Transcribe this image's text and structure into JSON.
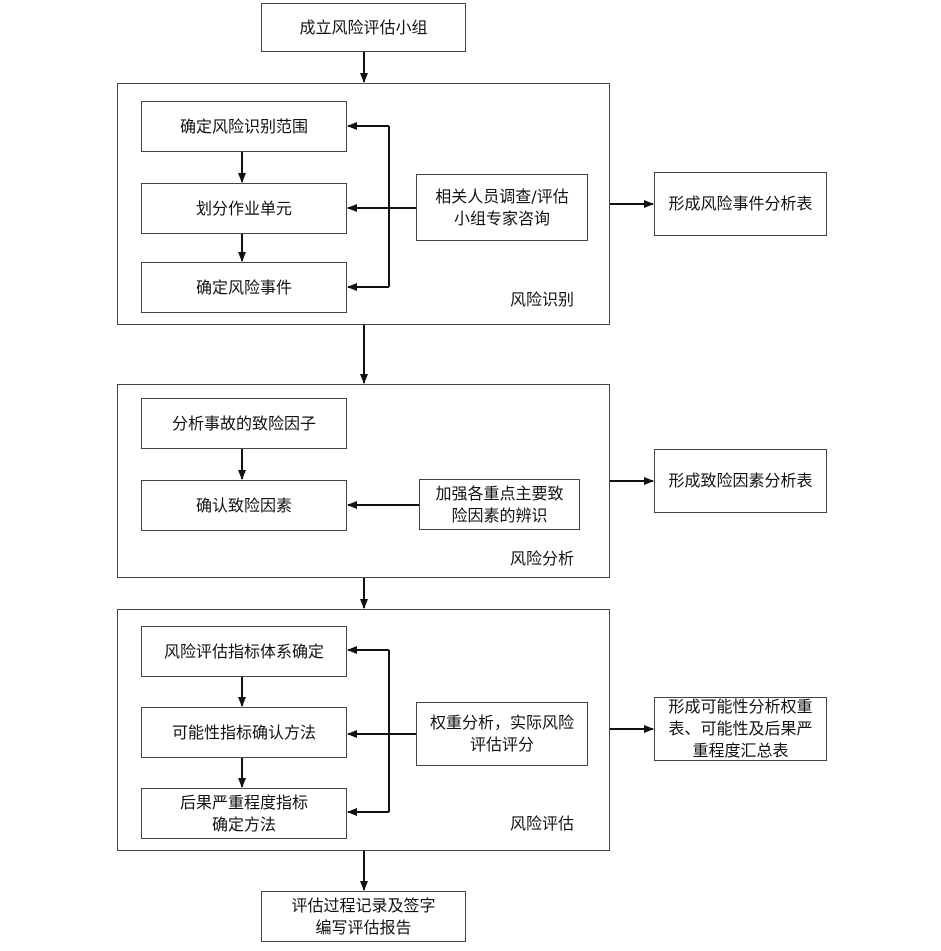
{
  "start": "成立风险评估小组",
  "end": "评估过程记录及签字\n编写评估报告",
  "identification": {
    "label": "风险识别",
    "steps": [
      "确定风险识别范围",
      "划分作业单元",
      "确定风险事件"
    ],
    "input": "相关人员调查/评估\n小组专家咨询",
    "output": "形成风险事件分析表"
  },
  "analysis": {
    "label": "风险分析",
    "steps": [
      "分析事故的致险因子",
      "确认致险因素"
    ],
    "input": "加强各重点主要致\n险因素的辨识",
    "output": "形成致险因素分析表"
  },
  "evaluation": {
    "label": "风险评估",
    "steps": [
      "风险评估指标体系确定",
      "可能性指标确认方法",
      "后果严重程度指标\n确定方法"
    ],
    "input": "权重分析，实际风险\n评估评分",
    "output": "形成可能性分析权重\n表、可能性及后果严\n重程度汇总表"
  }
}
